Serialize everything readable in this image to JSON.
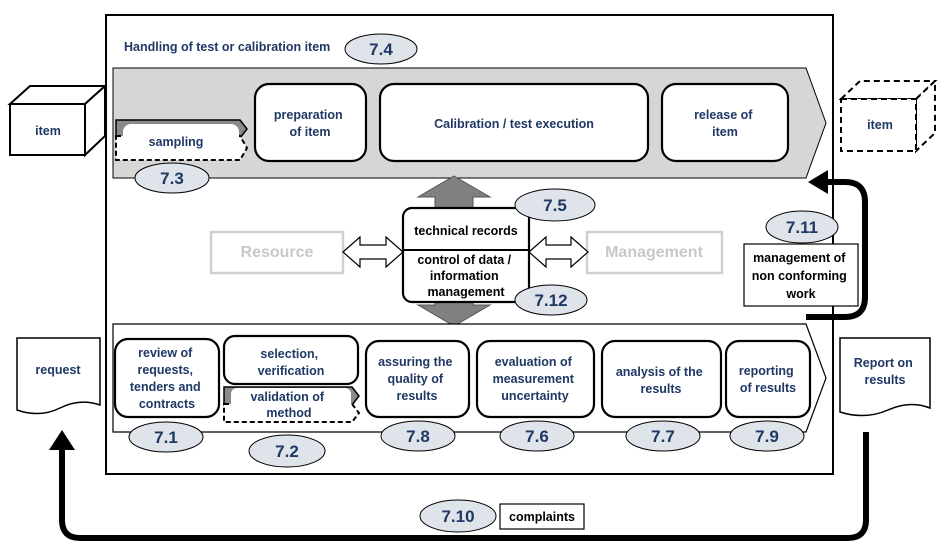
{
  "title": "Handling of test or calibration item",
  "refs": {
    "r7_1": "7.1",
    "r7_2": "7.2",
    "r7_3": "7.3",
    "r7_4": "7.4",
    "r7_5": "7.5",
    "r7_6": "7.6",
    "r7_7": "7.7",
    "r7_8": "7.8",
    "r7_9": "7.9",
    "r7_10": "7.10",
    "r7_11": "7.11",
    "r7_12": "7.12"
  },
  "inputs": {
    "item_in": "item",
    "item_out": "item",
    "request": "request",
    "report": [
      "Report on",
      "results"
    ]
  },
  "top_process": {
    "sampling": "sampling",
    "preparation": [
      "preparation",
      "of item"
    ],
    "execution": "Calibration / test execution",
    "release": [
      "release of",
      "item"
    ]
  },
  "middle": {
    "resource": "Resource",
    "management": "Management",
    "technical_records": "technical records",
    "control": [
      "control of data /",
      "information",
      "management"
    ],
    "nonconforming": [
      "management of",
      "non conforming",
      "work"
    ]
  },
  "bottom_process": {
    "review": [
      "review of",
      "requests,",
      "tenders and",
      "contracts"
    ],
    "selection": [
      "selection,",
      "verification"
    ],
    "validation": [
      "validation of",
      "method"
    ],
    "assuring": [
      "assuring the",
      "quality of",
      "results"
    ],
    "evaluation": [
      "evaluation of",
      "measurement",
      "uncertainty"
    ],
    "analysis": [
      "analysis of the",
      "results"
    ],
    "reporting": [
      "reporting",
      "of results"
    ]
  },
  "complaints": "complaints"
}
